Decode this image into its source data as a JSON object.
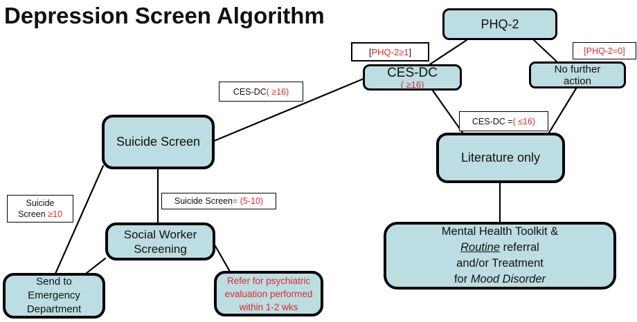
{
  "title": "Depression Screen Algorithm",
  "colors": {
    "node_fill": "#bcdde2",
    "node_border": "#000000",
    "label_bg": "#ffffff",
    "red_text": "#d92b2b",
    "black_text": "#111111"
  },
  "nodes": {
    "phq2": {
      "label": "PHQ-2"
    },
    "cesdc": {
      "title": "CES-DC",
      "sub": "( ≥16)"
    },
    "no_further": {
      "lines": "No further\naction"
    },
    "suicide": {
      "label": "Suicide Screen"
    },
    "literature": {
      "label": "Literature only"
    },
    "social": {
      "lines": "Social Worker\nScreening"
    },
    "emergency": {
      "lines": "Send to\nEmergency\nDepartment"
    },
    "refer": {
      "lines": "Refer for psychiatric\nevaluation performed\nwithin 1-2 wks"
    },
    "mental": {
      "l1": "Mental Health Toolkit &",
      "l2a": "Routine",
      "l2b": " referral",
      "l3": "and/or Treatment",
      "l4a": "for ",
      "l4b": "Mood Disorder"
    }
  },
  "edge_labels": {
    "phq2_ge1": {
      "bracket_open": "[",
      "red": "PHQ-2≥1",
      "bracket_close": "]"
    },
    "phq2_eq0": {
      "red": "[PHQ-2=0]"
    },
    "cesdc_ge16": {
      "black": "CES-DC ",
      "red": "( ≥16)"
    },
    "cesdc_le16": {
      "black": "CES-DC = ",
      "red": "( ≤16)"
    },
    "suicide_ge10": {
      "line1": "Suicide",
      "line2_black": "Screen ",
      "line2_red": "≥10"
    },
    "suicide_5_10": {
      "black": "Suicide Screen ",
      "red": "= (5-10)"
    }
  }
}
